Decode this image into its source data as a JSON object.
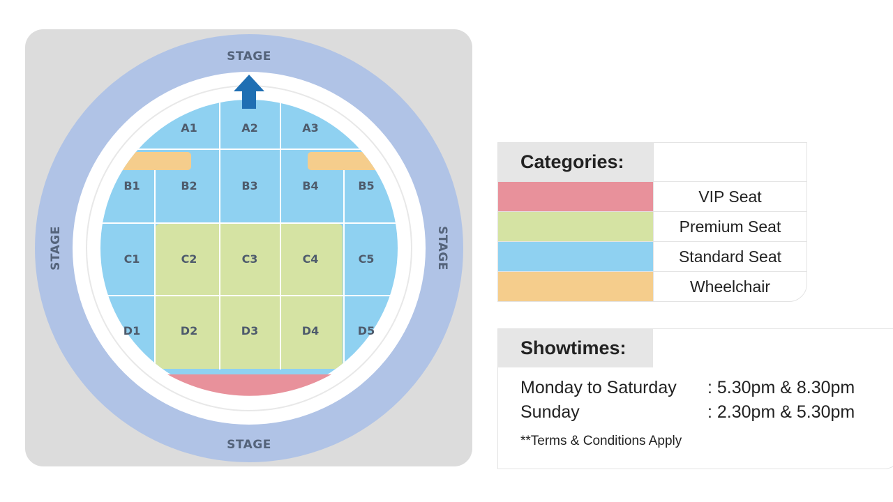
{
  "stage_label": "STAGE",
  "stage_labels": {
    "top": "STAGE",
    "left": "STAGE",
    "right": "STAGE",
    "bottom": "STAGE"
  },
  "sections": {
    "A1": "A1",
    "A2": "A2",
    "A3": "A3",
    "B1": "B1",
    "B2": "B2",
    "B3": "B3",
    "B4": "B4",
    "B5": "B5",
    "C1": "C1",
    "C2": "C2",
    "C3": "C3",
    "C4": "C4",
    "C5": "C5",
    "D1": "D1",
    "D2": "D2",
    "D3": "D3",
    "D4": "D4",
    "D5": "D5"
  },
  "section_categories": {
    "standard": [
      "A1",
      "A2",
      "A3",
      "B1",
      "B2",
      "B3",
      "B4",
      "B5",
      "C1",
      "C5",
      "D1",
      "D5"
    ],
    "premium": [
      "C2",
      "C3",
      "C4",
      "D2",
      "D3",
      "D4"
    ]
  },
  "colors": {
    "vip": "#e8919b",
    "premium": "#d5e3a3",
    "standard": "#8fd1f1",
    "wheelchair": "#f5cd8c",
    "stage_ring": "#b0c3e6",
    "frame": "#dcdcdc",
    "arrow": "#1f6fb3"
  },
  "categories": {
    "title": "Categories:",
    "items": [
      {
        "label": "VIP Seat",
        "color": "#e8919b"
      },
      {
        "label": "Premium Seat",
        "color": "#d5e3a3"
      },
      {
        "label": "Standard Seat",
        "color": "#8fd1f1"
      },
      {
        "label": "Wheelchair",
        "color": "#f5cd8c"
      }
    ]
  },
  "showtimes": {
    "title": "Showtimes:",
    "rows": [
      {
        "day": "Monday to Saturday",
        "time": ": 5.30pm & 8.30pm"
      },
      {
        "day": "Sunday",
        "time": ": 2.30pm & 5.30pm"
      }
    ],
    "terms": "**Terms & Conditions Apply"
  }
}
